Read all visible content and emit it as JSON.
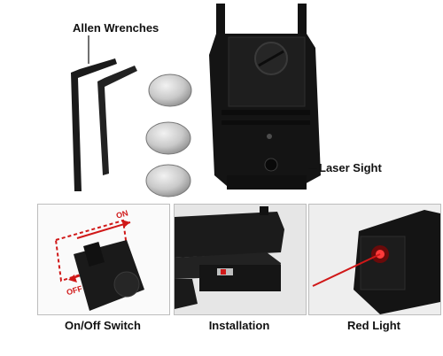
{
  "product": {
    "labels": {
      "allen_wrenches": "Allen Wrenches",
      "laser_sight": "Laser Sight"
    },
    "panels": [
      {
        "caption": "On/Off Switch",
        "arrow_on": "ON",
        "arrow_off": "OFF"
      },
      {
        "caption": "Installation"
      },
      {
        "caption": "Red Light"
      }
    ],
    "colors": {
      "metal": "#141414",
      "battery": "#c9c9c9",
      "accent_red": "#d01818",
      "label_text": "#111111",
      "panel_border": "#bdbdbd"
    }
  }
}
